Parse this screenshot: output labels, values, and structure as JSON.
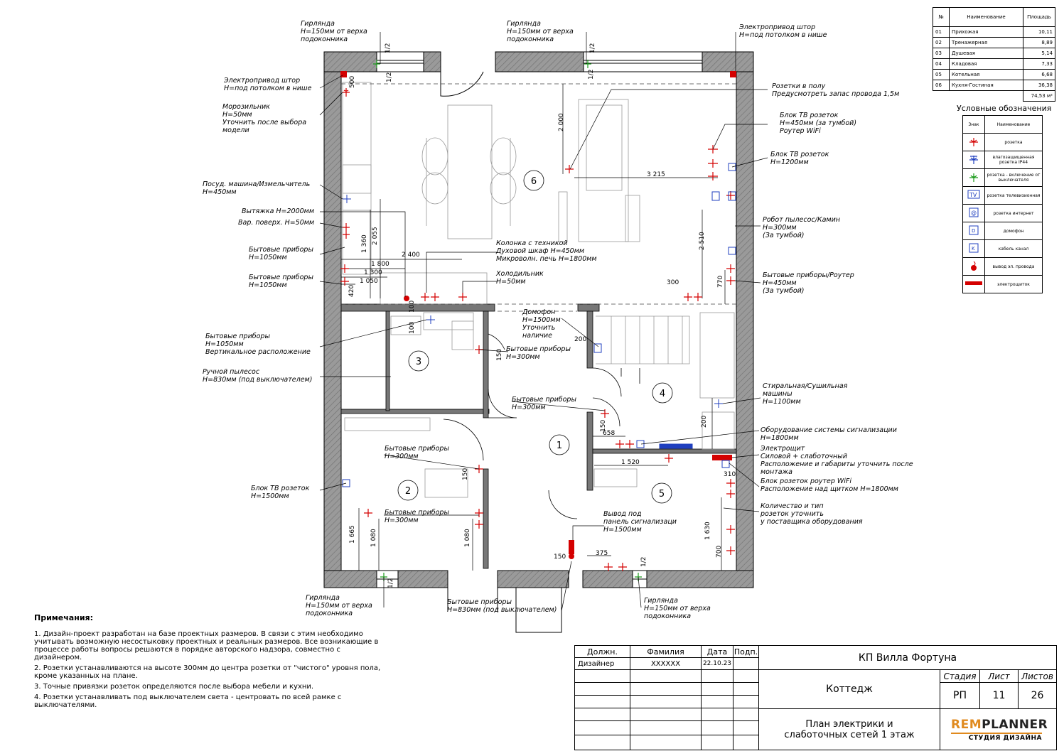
{
  "rooms_table": {
    "headers": [
      "№",
      "Наименование",
      "Площадь"
    ],
    "rows": [
      [
        "01",
        "Прихожая",
        "10,11"
      ],
      [
        "02",
        "Тренажерная",
        "8,89"
      ],
      [
        "03",
        "Душевая",
        "5,14"
      ],
      [
        "04",
        "Кладовая",
        "7,33"
      ],
      [
        "05",
        "Котельная",
        "6,68"
      ],
      [
        "06",
        "Кухня-Гостиная",
        "36,38"
      ]
    ],
    "total": "74,53 м²"
  },
  "legend": {
    "title": "Условные обозначения",
    "headers": [
      "Знак",
      "Наименование"
    ],
    "items": [
      {
        "sign": "socket-icon",
        "label": "розетка",
        "color": "#d40000"
      },
      {
        "sign": "waterproof-socket-icon",
        "label": "влагозащищенная розетка IP44",
        "color": "#1f3fbf"
      },
      {
        "sign": "switch-socket-icon",
        "label": "розетка - включение от выключателя",
        "color": "#1a9a1a"
      },
      {
        "sign": "tv-socket-icon",
        "label": "розетка телевизионная",
        "color": "#1f3fbf"
      },
      {
        "sign": "internet-socket-icon",
        "label": "розетка интернет",
        "color": "#1f3fbf"
      },
      {
        "sign": "intercom-icon",
        "label": "домофон",
        "color": "#1f3fbf"
      },
      {
        "sign": "cable-channel-icon",
        "label": "кабель канал",
        "color": "#1f3fbf"
      },
      {
        "sign": "wire-outlet-icon",
        "label": "вывод эл. провода",
        "color": "#d40000"
      },
      {
        "sign": "panel-icon",
        "label": "электрощиток",
        "color": "#d40000"
      }
    ]
  },
  "annotations": {
    "garland_top_left": "Гирлянда\nH=150мм от верха\nподоконника",
    "garland_top_mid": "Гирлянда\nH=150мм от верха\nподоконника",
    "curtain_top_right": "Электропривод штор\nH=под потолком в нише",
    "curtain_left": "Электропривод штор\nH=под потолком в нише",
    "freezer": "Морозильник\nH=50мм\nУточнить после выбора\nмодели",
    "dishwasher": "Посуд. машина/Измельчитель\nH=450мм",
    "hood": "Вытяжка H=2000мм",
    "hob": "Вар. поверх. H=50мм",
    "appliances_1": "Бытовые приборы\nH=1050мм",
    "appliances_2": "Бытовые приборы\nH=1050мм",
    "column": "Колонка с техникой\nДуховой шкаф H=450мм\nМикроволн. печь H=1800мм",
    "fridge": "Холодильник\nH=50мм",
    "floor_sockets": "Розетки в полу\nПредусмотреть запас провода 1,5м",
    "tv_block_wifi": "Блок ТВ розеток\nH=450мм (за тумбой)\nРоутер WiFi",
    "tv_block_1200": "Блок ТВ розеток\nH=1200мм",
    "robot": "Робот пылесос/Камин\nH=300мм\n(За тумбой)",
    "appliances_router": "Бытовые приборы/Роутер\nH=450мм\n(За тумбой)",
    "intercom": "Домофон\nH=1500мм\nУточнить\nналичие",
    "appliances_vertical": "Бытовые приборы\nH=1050мм\nВертикальное расположение",
    "vacuum": "Ручной пылесос\nH=830мм (под выключателем)",
    "appliances_300a": "Бытовые приборы\nH=300мм",
    "appliances_300b": "Бытовые приборы\nH=300мм",
    "appliances_300c": "Бытовые приборы\nH=300мм",
    "appliances_300d": "Бытовые приборы\nH=300мм",
    "washer": "Стиральная/Сушильная\nмашины\nH=1100мм",
    "alarm_equipment": "Оборудование системы сигнализации\nH=1800мм",
    "panel_note": "Электрощит\nСиловой + слаботочный\nРасположение и габариты уточнить после\nмонтажа",
    "router_block": "Блок розеток роутер WiFi\nРасположение над щитком H=1800мм",
    "quantity_note": "Количество и тип\nрозеток уточнить\nу поставщика оборудования",
    "tv_block_1500": "Блок ТВ розеток\nH=1500мм",
    "alarm_outlet": "Вывод под\nпанель сигнализаци\nH=1500мм",
    "garland_bottom_left": "Гирлянда\nH=150мм от верха\nподоконника",
    "appliances_830": "Бытовые приборы\nH=830мм (под выключателем)",
    "garland_bottom_right": "Гирлянда\nH=150мм от верха\nподоконника"
  },
  "dimensions": [
    "1/2",
    "1/2",
    "1/2",
    "1/2",
    "1/2",
    "1/2",
    "500",
    "2 000",
    "3 215",
    "2 510",
    "2 055",
    "1 360",
    "1 800",
    "2 400",
    "1 300",
    "1 050",
    "420",
    "100",
    "100",
    "300",
    "770",
    "200",
    "150",
    "200",
    "658",
    "150",
    "1 520",
    "310",
    "150",
    "1 665",
    "1 080",
    "1 080",
    "1 630",
    "700",
    "150",
    "375"
  ],
  "room_numbers": [
    "1",
    "2",
    "3",
    "4",
    "5",
    "6"
  ],
  "notes": {
    "title": "Примечания:",
    "items": [
      "1. Дизайн-проект разработан на базе проектных размеров. В связи с этим необходимо учитывать возможную несостыковку проектных и реальных размеров. Все возникающие в процессе работы вопросы решаются в порядке авторского надзора, совместно с дизайнером.",
      "2. Розетки устанавливаются на высоте 300мм до центра розетки от \"чистого\" уровня пола, кроме указанных на плане.",
      "3. Точные привязки розеток определяются после выбора мебели и кухни.",
      "4. Розетки устанавливать под выключателем света - центровать по всей рамке с выключателями."
    ]
  },
  "stamp": {
    "col_headers": [
      "Должн.",
      "Фамилия",
      "Дата",
      "Подп."
    ],
    "role": "Дизайнер",
    "name": "XXXXXX",
    "date": "22.10.23",
    "project": "КП Вилла Фортуна",
    "object": "Коттедж",
    "sheet_title": "План электрики и\nслаботочных сетей 1 этаж",
    "stage_label": "Стадия",
    "sheet_label": "Лист",
    "sheets_label": "Листов",
    "stage": "РП",
    "sheet": "11",
    "sheets": "26"
  },
  "logo": {
    "brand": "REMPLANNER",
    "sub": "СТУДИЯ ДИЗАЙНА"
  },
  "colors": {
    "socket": "#d40000",
    "blue": "#1f3fbf",
    "green": "#1a9a1a",
    "wall": "#808080"
  }
}
